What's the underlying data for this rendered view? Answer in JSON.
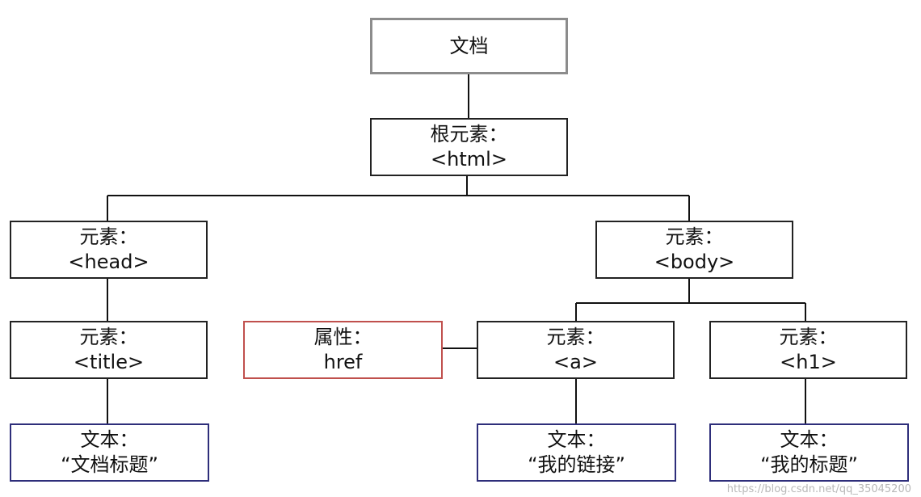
{
  "nodes": {
    "document": {
      "line1": "文档"
    },
    "root": {
      "line1": "根元素：",
      "line2": "<html>"
    },
    "head": {
      "line1": "元素：",
      "line2": "<head>"
    },
    "body": {
      "line1": "元素：",
      "line2": "<body>"
    },
    "title": {
      "line1": "元素：",
      "line2": "<title>"
    },
    "attr": {
      "line1": "属性：",
      "line2": "href"
    },
    "a": {
      "line1": "元素：",
      "line2": "<a>"
    },
    "h1": {
      "line1": "元素：",
      "line2": "<h1>"
    },
    "text_title": {
      "line1": "文本：",
      "line2": "“文档标题”"
    },
    "text_a": {
      "line1": "文本：",
      "line2": "“我的链接”"
    },
    "text_h1": {
      "line1": "文本：",
      "line2": "“我的标题”"
    }
  },
  "colors": {
    "document_border": "#8c8c8c",
    "attribute_border": "#c0504d",
    "text_border": "#2e2e7a",
    "element_border": "#222222"
  },
  "watermark": "https://blog.csdn.net/qq_35045200"
}
